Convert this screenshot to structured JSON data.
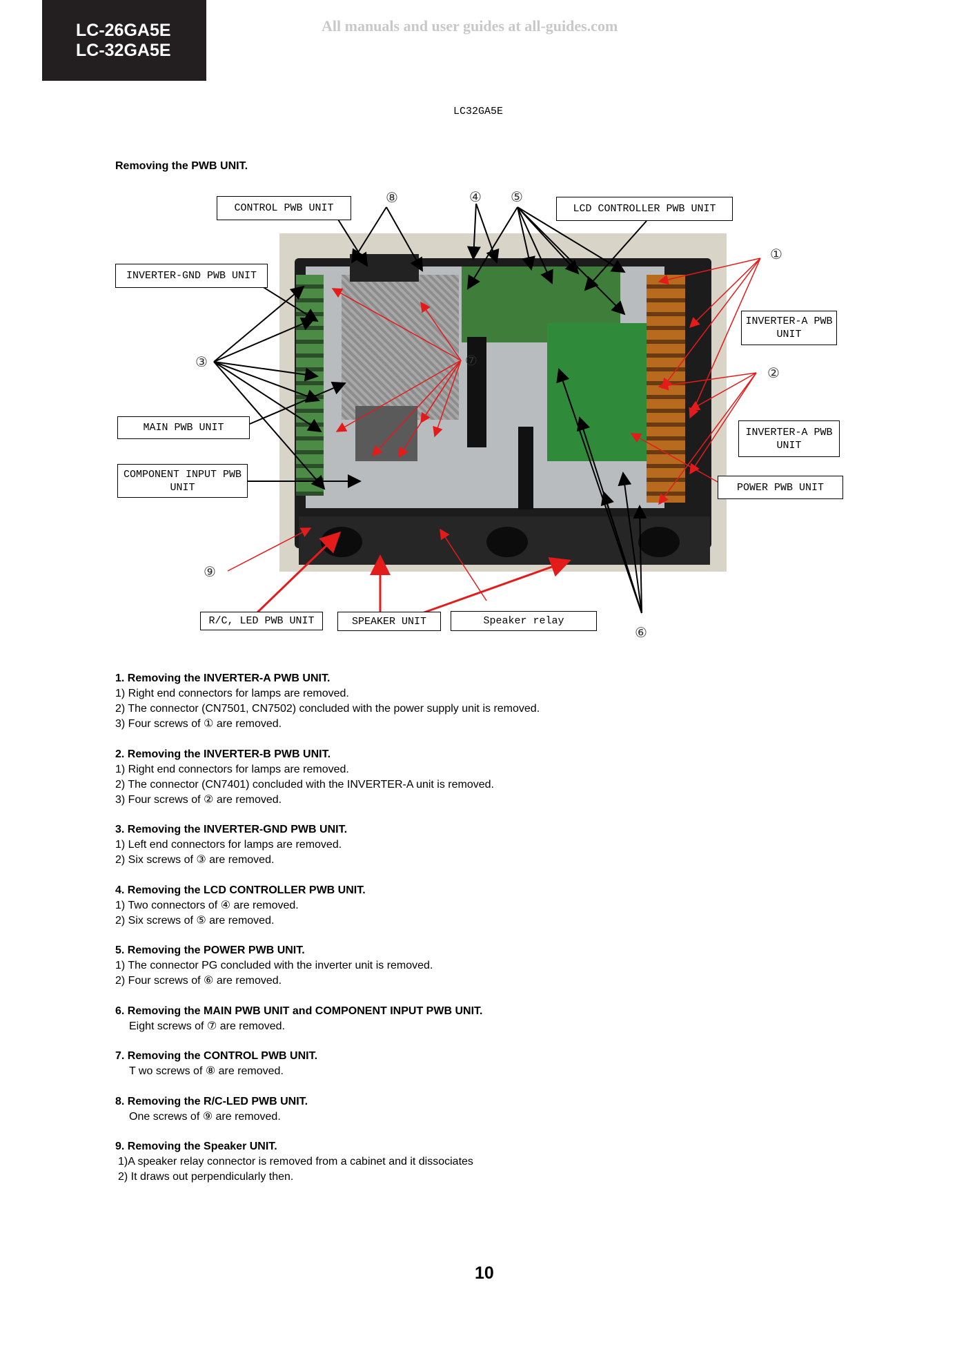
{
  "header": {
    "models": [
      "LC-26GA5E",
      "LC-32GA5E"
    ],
    "watermark": "All manuals and user guides at all-guides.com"
  },
  "figure": {
    "caption": "LC32GA5E",
    "section_title": "Removing the PWB UNIT.",
    "callouts": {
      "control": "CONTROL PWB UNIT",
      "lcd_controller": "LCD CONTROLLER PWB UNIT",
      "inverter_gnd": "INVERTER-GND PWB UNIT",
      "inverter_a_top": "INVERTER-A PWB UNIT",
      "inverter_a_bottom": "INVERTER-A PWB UNIT",
      "main": "MAIN PWB UNIT",
      "component_input": "COMPONENT INPUT PWB UNIT",
      "power": "POWER PWB UNIT",
      "rc_led": "R/C, LED PWB UNIT",
      "speaker": "SPEAKER UNIT",
      "speaker_relay": "Speaker relay"
    },
    "markers": {
      "m1": "①",
      "m2": "②",
      "m3": "③",
      "m4": "④",
      "m5": "⑤",
      "m6": "⑥",
      "m7": "⑦",
      "m8": "⑧",
      "m9": "⑨"
    }
  },
  "steps": [
    {
      "title": "1. Removing the INVERTER-A PWB UNIT.",
      "lines": [
        "1) Right end connectors for lamps are removed.",
        "2) The connector (CN7501, CN7502) concluded with the power supply unit is removed.",
        "3) Four screws of ① are removed."
      ]
    },
    {
      "title": "2. Removing the INVERTER-B PWB UNIT.",
      "lines": [
        "1) Right end connectors for lamps are removed.",
        "2) The connector (CN7401) concluded with the INVERTER-A unit is removed.",
        "3) Four screws of ② are removed."
      ]
    },
    {
      "title": "3. Removing the INVERTER-GND PWB UNIT.",
      "lines": [
        "1) Left end connectors for lamps are removed.",
        "2) Six screws of ③ are removed."
      ]
    },
    {
      "title": "4. Removing the LCD CONTROLLER PWB UNIT.",
      "lines": [
        "1) Two connectors of ④ are removed.",
        "2) Six screws of ⑤ are removed."
      ]
    },
    {
      "title": "5. Removing the POWER PWB UNIT.",
      "lines": [
        "1) The connector PG concluded with the inverter unit is removed.",
        "2) Four screws of ⑥ are removed."
      ]
    },
    {
      "title": "6. Removing the MAIN PWB UNIT and COMPONENT INPUT PWB UNIT.",
      "lines": [
        "Eight screws of ⑦ are removed."
      ],
      "indent": true
    },
    {
      "title": "7. Removing the CONTROL PWB UNIT.",
      "lines": [
        "T wo screws of ⑧ are removed."
      ],
      "indent": true
    },
    {
      "title": "8. Removing the R/C-LED PWB UNIT.",
      "lines": [
        "One screws of ⑨ are removed."
      ],
      "indent": true
    },
    {
      "title": "9. Removing the Speaker UNIT.",
      "lines": [
        "1)A speaker relay connector is removed from a cabinet and it dissociates",
        "2) It draws out perpendicularly then."
      ],
      "indent_small": true
    }
  ],
  "footer": {
    "page_number": "10"
  }
}
